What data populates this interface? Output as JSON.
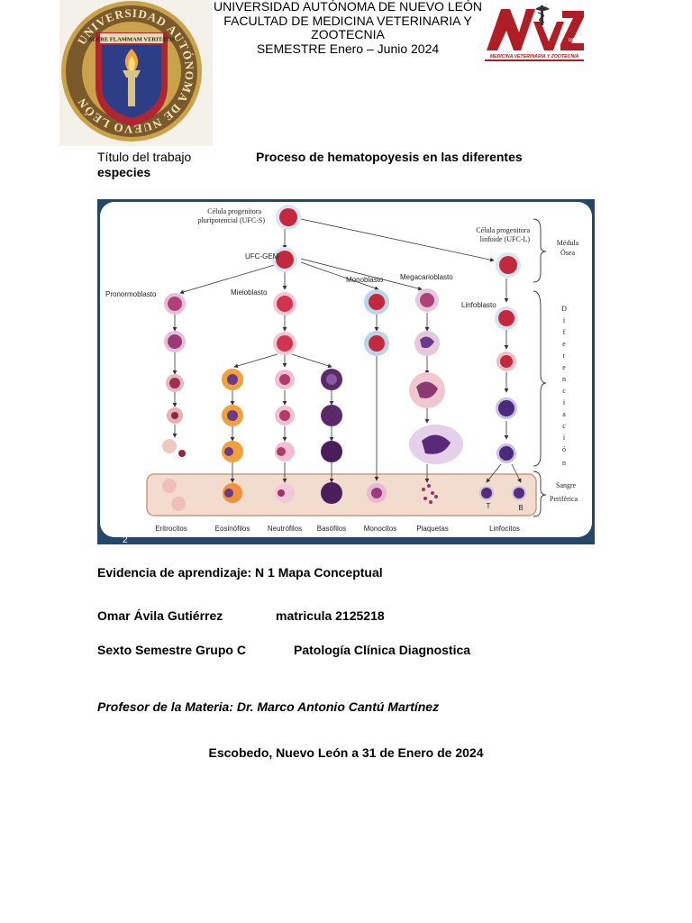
{
  "header": {
    "university": "UNIVERSIDAD AUTÓNOMA DE NUEVO LEÓN",
    "faculty": "FACULTAD DE MEDICINA VETERINARIA Y ZOOTECNIA",
    "semester": "SEMESTRE Enero – Junio 2024",
    "seal_text": "UNIVERSIDAD AUTÓNOMA DE NUEVO LEÓN",
    "seal_motto": "ALERE FLAMMAM VERITATIS",
    "logo_text": "MEDICINA VETERINARIA Y ZOOTECNIA",
    "logo_badge": "UANL"
  },
  "title": {
    "label": "Título del trabajo",
    "text": "Proceso de hematopoyesis en las diferentes",
    "continuation": "especies"
  },
  "figure": {
    "progenitor_pluri": [
      "Célula progenitora",
      "pluripotencial (UFC-S)"
    ],
    "progenitor_lymph": [
      "Célula progenitora",
      "linfoide (UFC-L)"
    ],
    "medula": [
      "Médula",
      "Ósea"
    ],
    "ufc_gem": "UFC-GEM",
    "pronormoblasto": "Pronormoblasto",
    "mieloblasto": "Mieloblasto",
    "monoblasto": "Monoblasto",
    "megacarioblasto": "Megacarioblasto",
    "linfoblasto": "Linfoblasto",
    "diferenciacion": [
      "D",
      "i",
      "f",
      "e",
      "r",
      "e",
      "n",
      "c",
      "i",
      "a",
      "c",
      "i",
      "ó",
      "n"
    ],
    "sangre": [
      "Sangre",
      "Periférica"
    ],
    "t_label": "T",
    "b_label": "B",
    "bottom": [
      "Eritrocitos",
      "Eosinófilos",
      "Neutrófilos",
      "Basófilos",
      "Monocitos",
      "Plaquetas",
      "Linfocitos"
    ],
    "corner": "2",
    "colors": {
      "nucleus": "#c5283c",
      "background_box": "#f1dccd",
      "box_border": "#c99a7e"
    }
  },
  "evidence": "Evidencia de aprendizaje: N 1 Mapa Conceptual",
  "student": {
    "name": "Omar Ávila Gutiérrez",
    "id": "matricula 2125218"
  },
  "course": {
    "group": "Sexto Semestre Grupo C",
    "subject": "Patología Clínica Diagnostica"
  },
  "professor": "Profesor de la Materia: Dr. Marco Antonio Cantú Martínez",
  "place_date": "Escobedo, Nuevo León a 31 de Enero de 2024"
}
